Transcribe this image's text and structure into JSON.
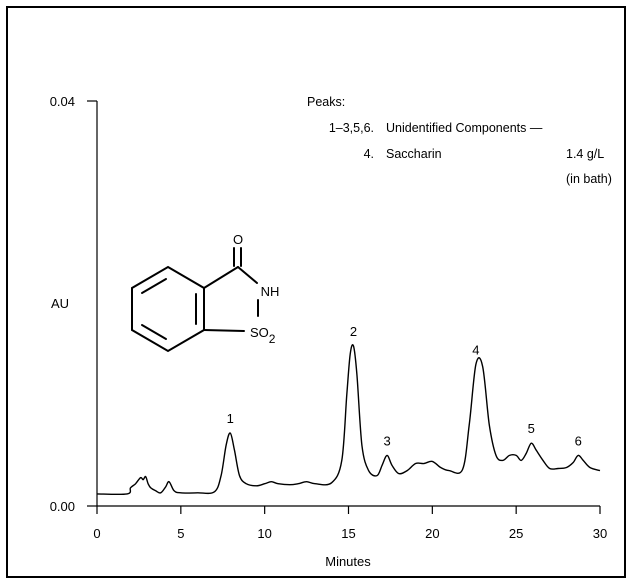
{
  "chart_data": {
    "type": "line",
    "xlabel": "Minutes",
    "ylabel": "AU",
    "xlim": [
      0,
      30
    ],
    "ylim": [
      0,
      0.04
    ],
    "x_ticks": [
      "0",
      "5",
      "10",
      "15",
      "20",
      "25",
      "30"
    ],
    "y_ticks": [
      "0.00",
      "0.04"
    ],
    "series": [
      {
        "x": [
          0,
          1.8,
          2.0,
          2.3,
          2.6,
          2.75,
          2.9,
          3.05,
          3.2,
          3.5,
          3.8,
          4.1,
          4.3,
          4.6,
          5.0,
          6.0,
          7.0,
          7.4,
          7.7,
          7.95,
          8.2,
          8.5,
          8.9,
          9.5,
          10.0,
          10.4,
          10.8,
          11.5,
          12.0,
          12.5,
          13.0,
          14.0,
          14.6,
          14.9,
          15.1,
          15.3,
          15.5,
          15.8,
          16.2,
          16.7,
          17.0,
          17.3,
          17.6,
          18.0,
          18.5,
          19.0,
          19.5,
          20.0,
          20.5,
          21.0,
          21.8,
          22.2,
          22.6,
          23.0,
          23.4,
          23.8,
          24.2,
          24.6,
          25.0,
          25.3,
          25.6,
          25.9,
          26.2,
          26.6,
          27.0,
          27.5,
          28.0,
          28.4,
          28.7,
          29.0,
          29.4,
          30.0
        ],
        "y": [
          0.0012,
          0.0012,
          0.0018,
          0.0022,
          0.0028,
          0.0026,
          0.0029,
          0.0022,
          0.0018,
          0.0015,
          0.0013,
          0.0019,
          0.0024,
          0.0015,
          0.0013,
          0.0013,
          0.0014,
          0.003,
          0.006,
          0.0072,
          0.0055,
          0.003,
          0.0022,
          0.002,
          0.0022,
          0.0024,
          0.0022,
          0.0021,
          0.0022,
          0.0024,
          0.0022,
          0.0023,
          0.0045,
          0.011,
          0.015,
          0.0158,
          0.013,
          0.006,
          0.0035,
          0.003,
          0.004,
          0.005,
          0.004,
          0.0032,
          0.0035,
          0.0042,
          0.0042,
          0.0044,
          0.0038,
          0.0035,
          0.0036,
          0.008,
          0.014,
          0.0138,
          0.008,
          0.005,
          0.0045,
          0.005,
          0.005,
          0.0045,
          0.0052,
          0.0062,
          0.0055,
          0.0045,
          0.0037,
          0.0037,
          0.0038,
          0.0043,
          0.005,
          0.0045,
          0.0038,
          0.0035
        ]
      }
    ],
    "peak_labels": [
      {
        "label": "1",
        "x": 7.95,
        "y": 0.0072
      },
      {
        "label": "2",
        "x": 15.3,
        "y": 0.0158
      },
      {
        "label": "3",
        "x": 17.3,
        "y": 0.005
      },
      {
        "label": "4",
        "x": 22.6,
        "y": 0.014
      },
      {
        "label": "5",
        "x": 25.9,
        "y": 0.0062
      },
      {
        "label": "6",
        "x": 28.7,
        "y": 0.005
      }
    ],
    "legend": {
      "heading": "Peaks:",
      "rows": [
        {
          "id": "1–3,5,6.",
          "name": "Unidentified Components —",
          "value": ""
        },
        {
          "id": "4.",
          "name": "Saccharin",
          "value": "1.4 g/L",
          "note": "(in bath)"
        }
      ]
    },
    "structure_labels": {
      "o": "O",
      "nh": "NH",
      "so": "SO",
      "sub": "2"
    }
  }
}
